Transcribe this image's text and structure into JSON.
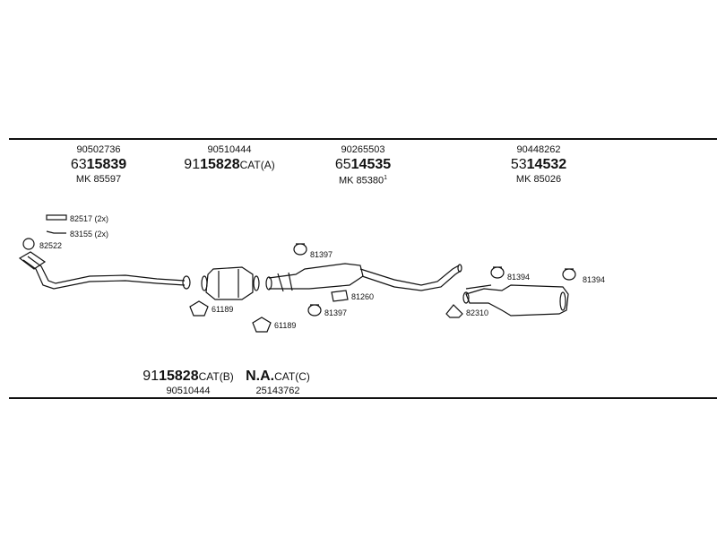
{
  "parts_top": [
    {
      "oe": "90502736",
      "prefix": "63",
      "number": "15839",
      "suffix": "",
      "mk_prefix": "MK",
      "mk_number": "85597",
      "mk_sup": ""
    },
    {
      "oe": "90510444",
      "prefix": "91",
      "number": "15828",
      "suffix": "CAT(A)",
      "mk_prefix": "",
      "mk_number": "",
      "mk_sup": ""
    },
    {
      "oe": "90265503",
      "prefix": "65",
      "number": "14535",
      "suffix": "",
      "mk_prefix": "MK",
      "mk_number": "85380",
      "mk_sup": "1"
    },
    {
      "oe": "90448262",
      "prefix": "53",
      "number": "14532",
      "suffix": "",
      "mk_prefix": "MK",
      "mk_number": "85026",
      "mk_sup": ""
    }
  ],
  "parts_bottom": [
    {
      "prefix": "91",
      "number": "15828",
      "suffix": "CAT(B)",
      "oe": "90510444"
    },
    {
      "prefix": "",
      "number": "N.A.",
      "suffix": "CAT(C)",
      "oe": "25143762"
    }
  ],
  "accessories": {
    "a82517": "82517 (2x)",
    "a83155": "83155 (2x)",
    "a82522": "82522",
    "a61189_1": "61189",
    "a61189_2": "61189",
    "a81397_1": "81397",
    "a81397_2": "81397",
    "a81260": "81260",
    "a82310": "82310",
    "a81394_1": "81394",
    "a81394_2": "81394"
  }
}
